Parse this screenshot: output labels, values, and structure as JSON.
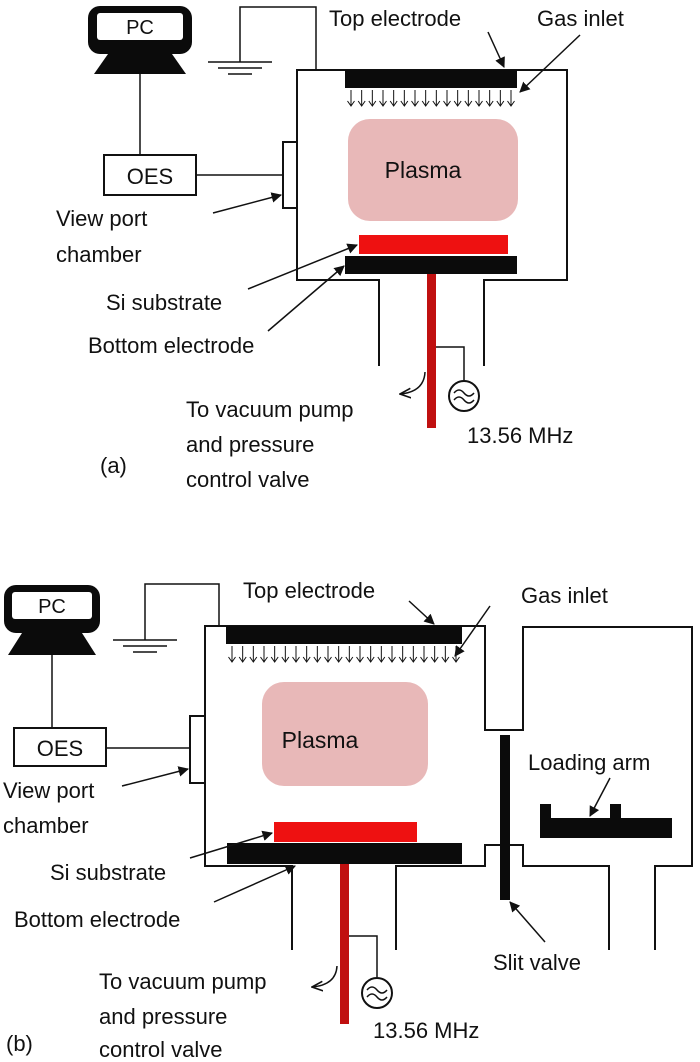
{
  "colors": {
    "electrode": "#0b0b0b",
    "substrate": "#ee1111",
    "plasma": "#e8b8b8",
    "feedthrough": "#c01010",
    "line": "#111111"
  },
  "panel_a": {
    "pc": "PC",
    "oes": "OES",
    "top_electrode": "Top electrode",
    "gas_inlet": "Gas inlet",
    "plasma": "Plasma",
    "view_port": [
      "View port",
      "chamber"
    ],
    "si_substrate": "Si substrate",
    "bottom_electrode": "Bottom electrode",
    "vacuum": [
      "To vacuum pump",
      "and pressure",
      "control valve"
    ],
    "rf_frequency": "13.56 MHz",
    "panel_label": "(a)"
  },
  "panel_b": {
    "pc": "PC",
    "oes": "OES",
    "top_electrode": "Top electrode",
    "gas_inlet": "Gas inlet",
    "plasma": "Plasma",
    "view_port": [
      "View port",
      "chamber"
    ],
    "si_substrate": "Si substrate",
    "bottom_electrode": "Bottom electrode",
    "vacuum": [
      "To vacuum pump",
      "and pressure",
      "control valve"
    ],
    "rf_frequency": "13.56 MHz",
    "loading_arm": "Loading arm",
    "slit_valve": "Slit valve",
    "panel_label": "(b)"
  }
}
